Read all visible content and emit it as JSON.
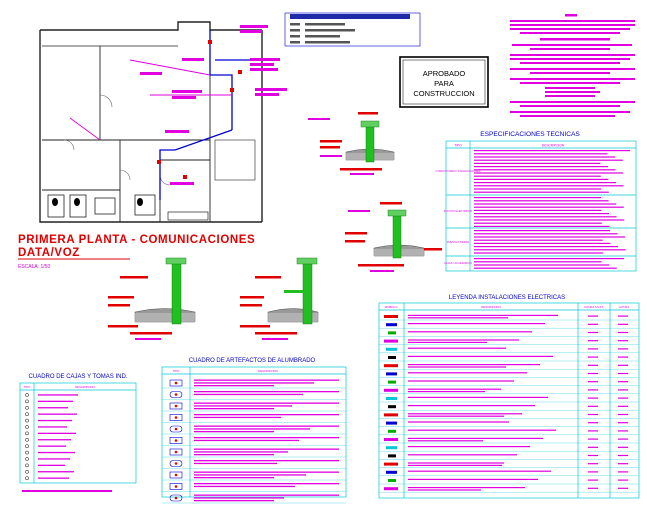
{
  "plan": {
    "title": "PRIMERA PLANTA - COMUNICACIONES",
    "subtitle": "DATA/VOZ",
    "scale": "ESCALA: 1/50"
  },
  "stamp": {
    "line1": "APROBADO",
    "line2": "PARA",
    "line3": "CONSTRUCCION"
  },
  "specs": {
    "title": "ESPECIFICACIONES TECNICAS",
    "col1": "TIPO",
    "col2": "DESCRIPCION",
    "rows": [
      "CONDUCTORES / CANALIZACIONES",
      "DUCTOS ELECTRICOS",
      "PUESTA A TIERRA",
      "CAJAS / ACCESORIOS"
    ]
  },
  "legend": {
    "title": "LEYENDA INSTALACIONES ELECTRICAS",
    "col1": "SIMBOLO",
    "col2": "DESCRIPCION",
    "col3": "ALTURA S.N.P.T.",
    "col4": "ALTURA"
  },
  "boxes": {
    "title": "CUADRO DE CAJAS Y TOMAS IND.",
    "col1": "TIPO",
    "col2": "DESCRIPCION"
  },
  "lighting": {
    "title": "CUADRO DE ARTEFACTOS DE ALUMBRADO",
    "col1": "TIPO",
    "col2": "DESCRIPCION"
  },
  "colors": {
    "cad_magenta": "#e000e0",
    "cad_red": "#e00000",
    "cad_green": "#00b000",
    "cad_blue": "#0000d0",
    "cad_cyan": "#00c8d8",
    "cad_black": "#000000"
  }
}
